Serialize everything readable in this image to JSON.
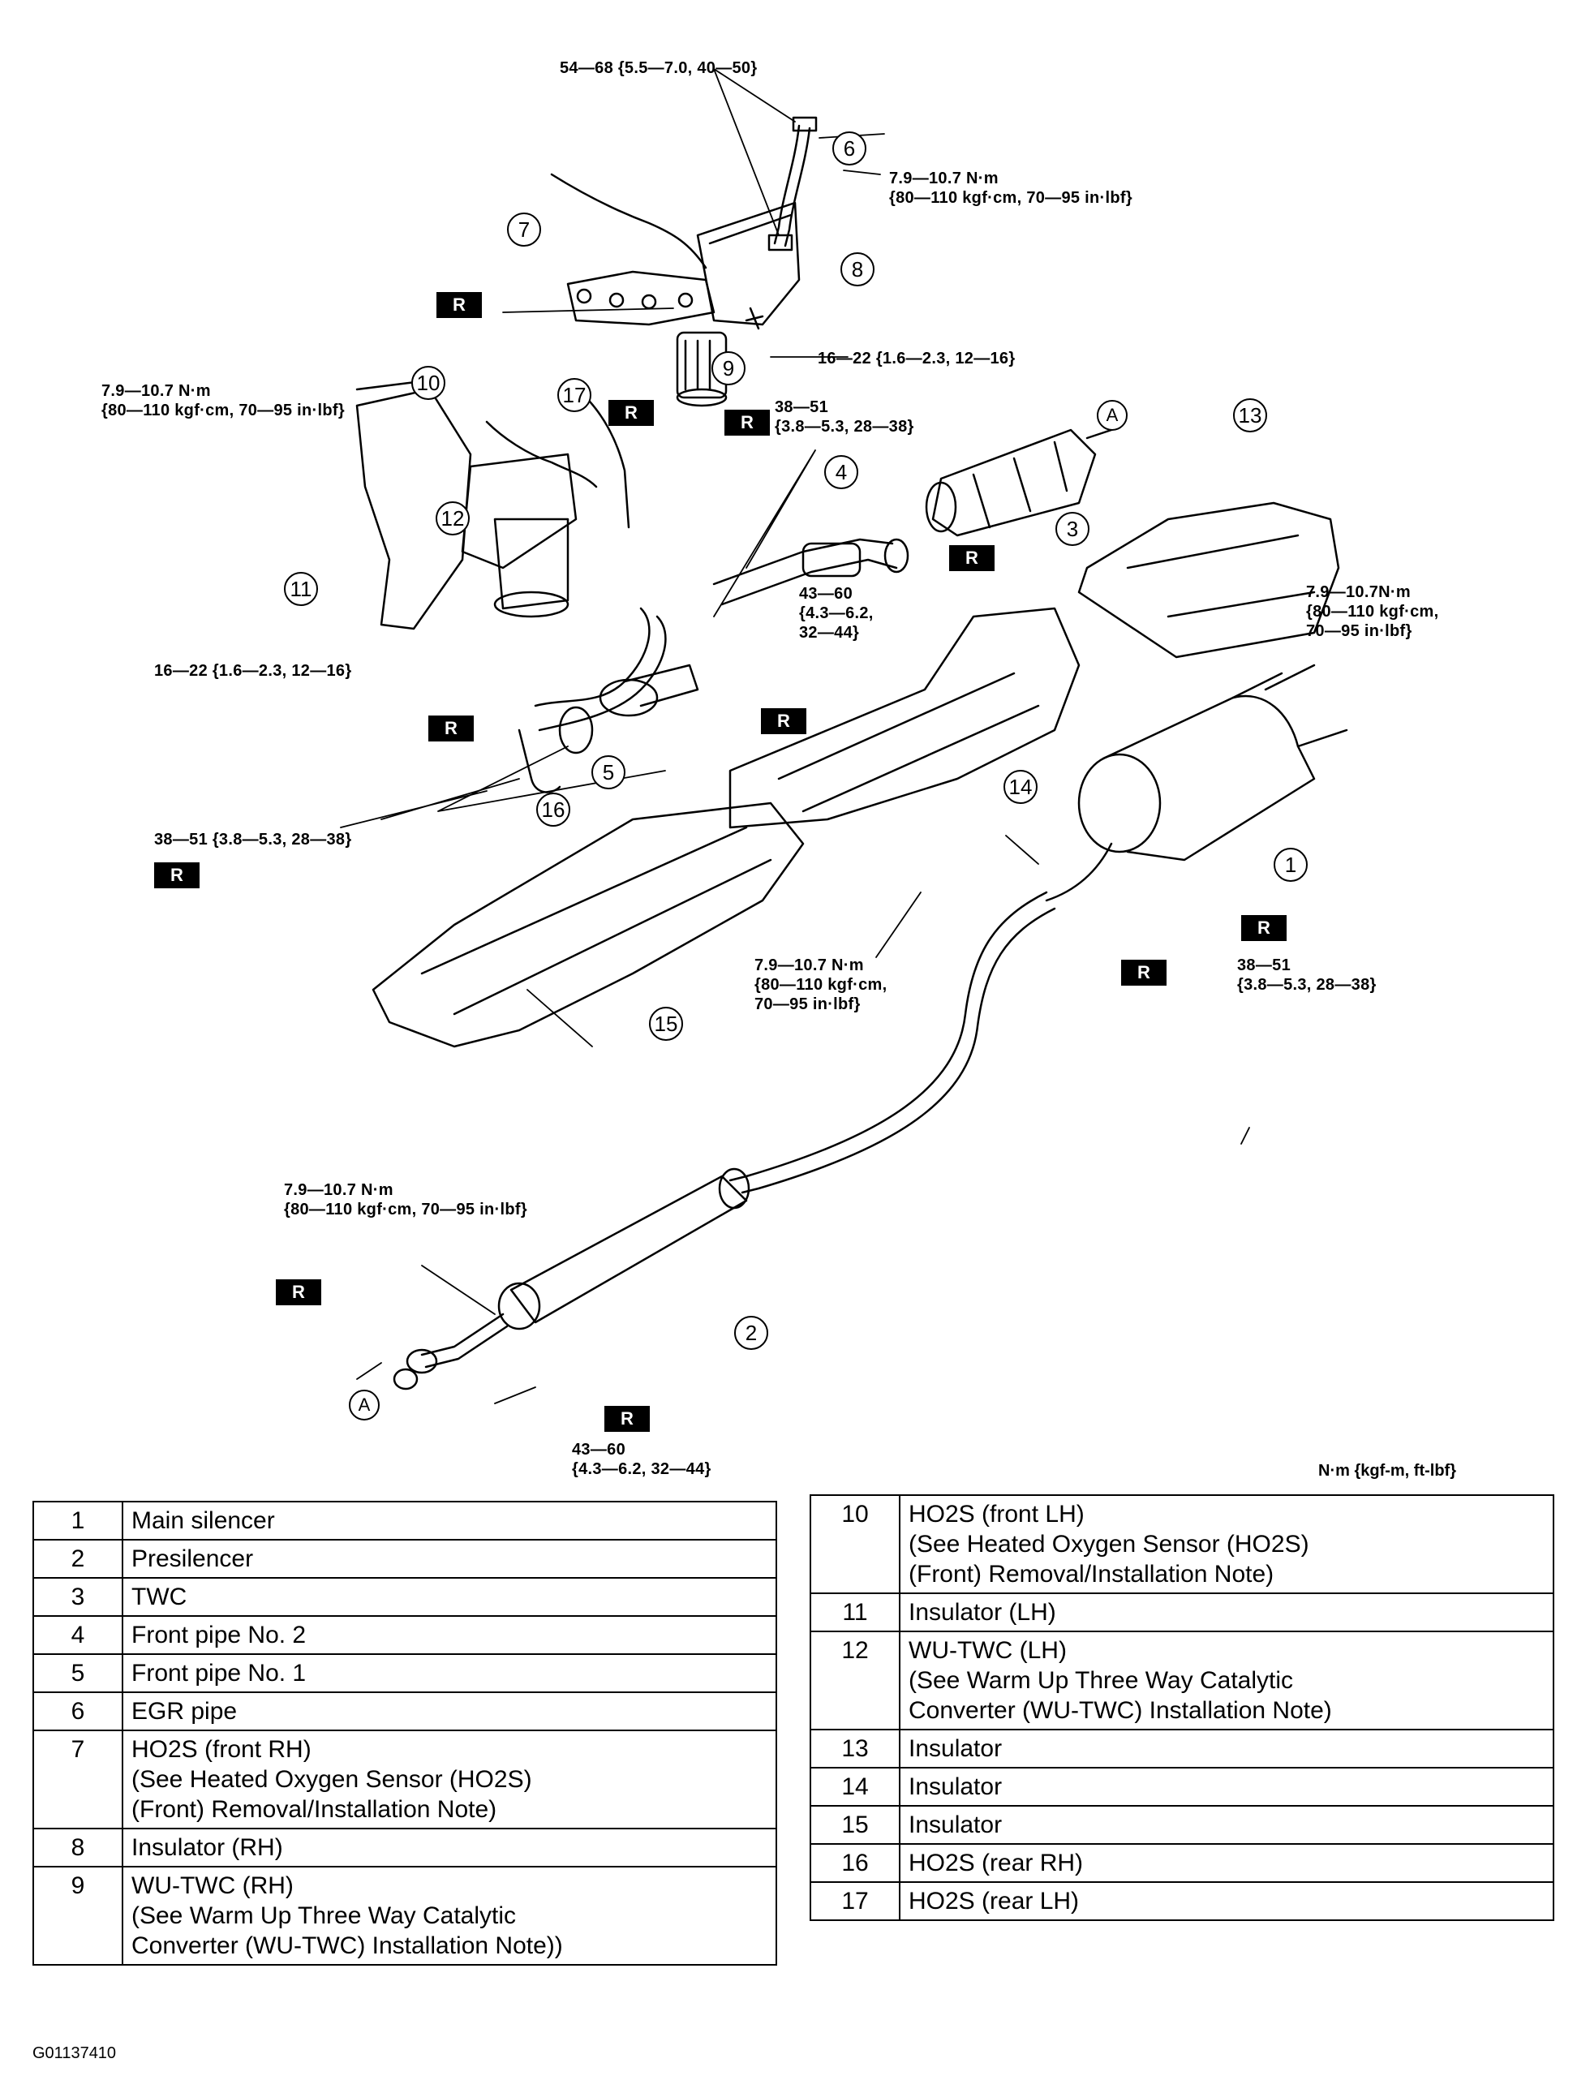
{
  "diagram": {
    "torque_labels": [
      "54—68 {5.5—7.0, 40—50}",
      "7.9—10.7 N·m\n{80—110 kgf·cm, 70—95 in·lbf}",
      "16—22 {1.6—2.3, 12—16}",
      "7.9—10.7 N·m\n{80—110 kgf·cm, 70—95 in·lbf}",
      "38—51\n{3.8—5.3, 28—38}",
      "43—60\n{4.3—6.2,\n32—44}",
      "7.9—10.7N·m\n{80—110 kgf·cm,\n70—95 in·lbf}",
      "16—22 {1.6—2.3, 12—16}",
      "38—51 {3.8—5.3, 28—38}",
      "7.9—10.7 N·m\n{80—110 kgf·cm,\n70—95 in·lbf}",
      "38—51\n{3.8—5.3, 28—38}",
      "7.9—10.7 N·m\n{80—110 kgf·cm, 70—95 in·lbf}",
      "43—60\n{4.3—6.2, 32—44}"
    ],
    "unit_note": "N·m {kgf-m, ft-lbf}",
    "replace_mark": "R",
    "connection_mark": "A",
    "callouts": [
      "1",
      "2",
      "3",
      "4",
      "5",
      "6",
      "7",
      "8",
      "9",
      "10",
      "11",
      "12",
      "13",
      "14",
      "15",
      "16",
      "17"
    ]
  },
  "parts_left": [
    {
      "num": "1",
      "lines": [
        "Main silencer"
      ]
    },
    {
      "num": "2",
      "lines": [
        "Presilencer"
      ]
    },
    {
      "num": "3",
      "lines": [
        "TWC"
      ]
    },
    {
      "num": "4",
      "lines": [
        "Front pipe No. 2"
      ]
    },
    {
      "num": "5",
      "lines": [
        "Front pipe No. 1"
      ]
    },
    {
      "num": "6",
      "lines": [
        "EGR pipe"
      ]
    },
    {
      "num": "7",
      "lines": [
        "HO2S (front RH)",
        "(See Heated Oxygen Sensor (HO2S)",
        "(Front) Removal/Installation Note)"
      ]
    },
    {
      "num": "8",
      "lines": [
        "Insulator (RH)"
      ]
    },
    {
      "num": "9",
      "lines": [
        "WU-TWC (RH)",
        "(See Warm Up Three Way Catalytic",
        "Converter (WU-TWC) Installation Note))"
      ]
    }
  ],
  "parts_right": [
    {
      "num": "10",
      "lines": [
        "HO2S (front LH)",
        "(See Heated Oxygen Sensor (HO2S)",
        "(Front) Removal/Installation Note)"
      ]
    },
    {
      "num": "11",
      "lines": [
        "Insulator (LH)"
      ]
    },
    {
      "num": "12",
      "lines": [
        "WU-TWC (LH)",
        "(See Warm Up Three Way Catalytic",
        "Converter (WU-TWC) Installation Note)"
      ]
    },
    {
      "num": "13",
      "lines": [
        "Insulator"
      ]
    },
    {
      "num": "14",
      "lines": [
        "Insulator"
      ]
    },
    {
      "num": "15",
      "lines": [
        "Insulator"
      ]
    },
    {
      "num": "16",
      "lines": [
        "HO2S (rear RH)"
      ]
    },
    {
      "num": "17",
      "lines": [
        "HO2S (rear LH)"
      ]
    }
  ],
  "figure_id": "G01137410"
}
